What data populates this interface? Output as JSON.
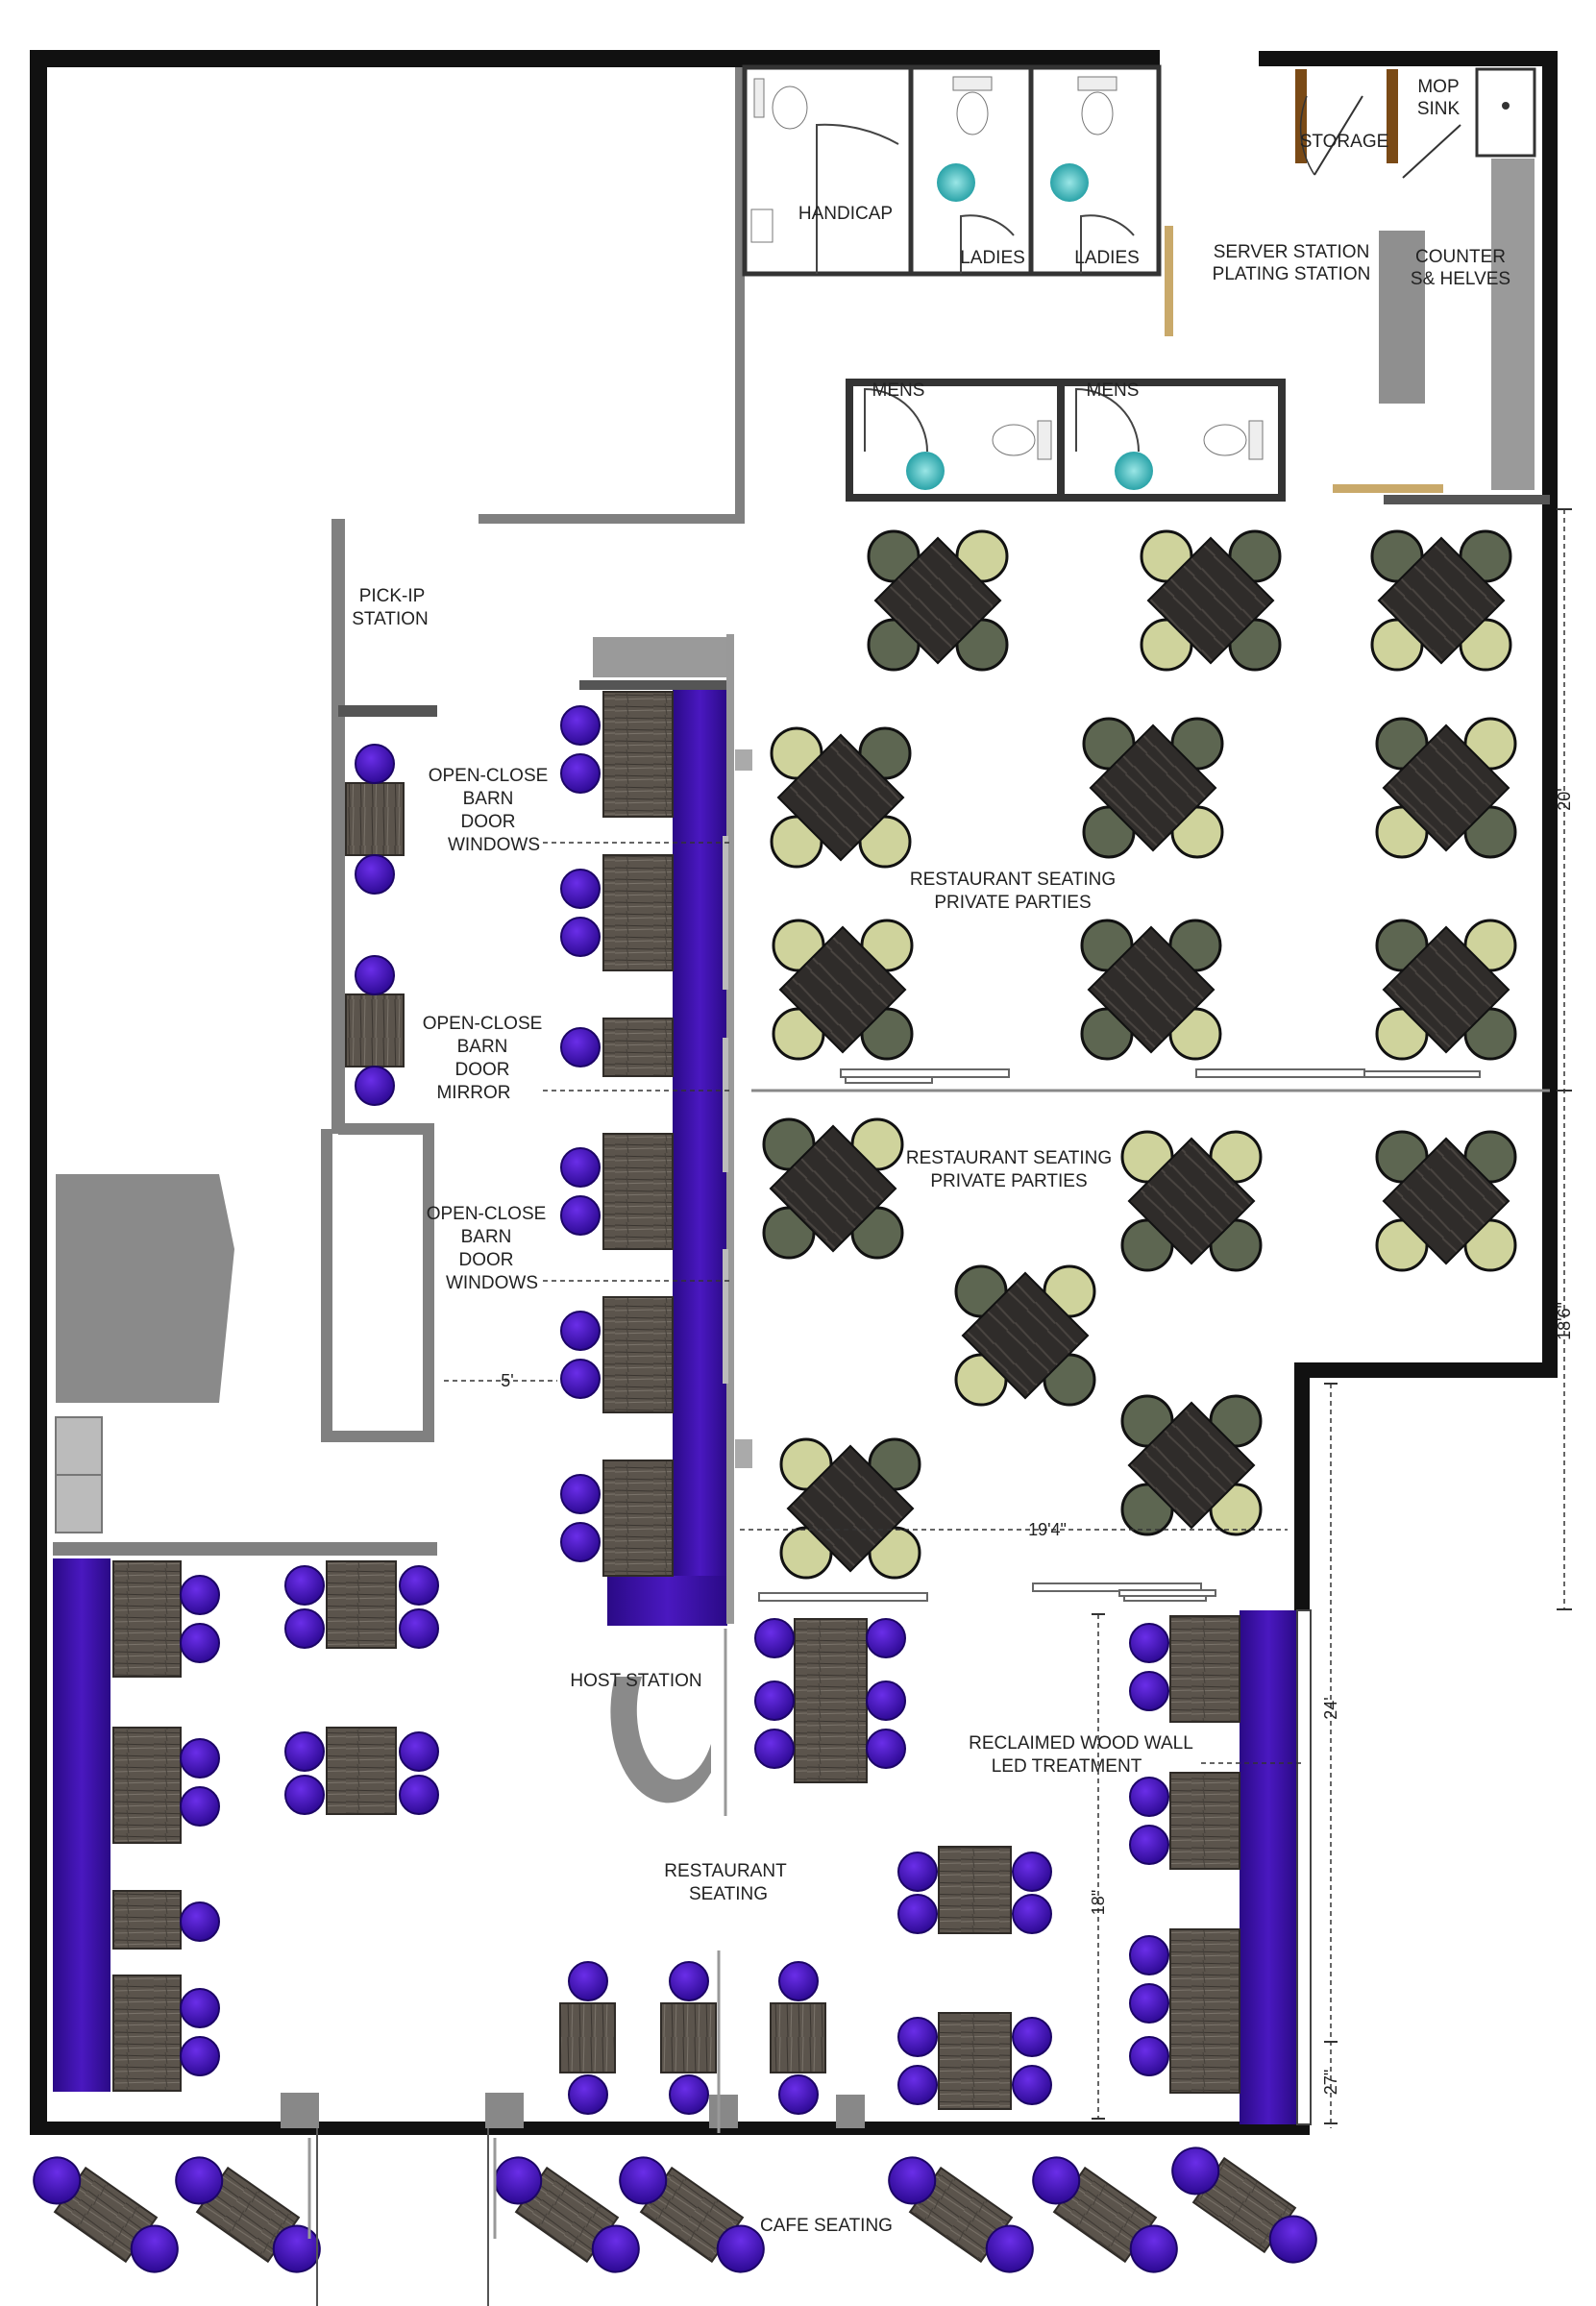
{
  "title": "",
  "colors": {
    "wall": "#111111",
    "partition": "#808080",
    "bench_purple": "#3a0fa0",
    "chair_purple": "#4a14c8",
    "wood_table": "#5b544c",
    "chair_olive": "#5d6651",
    "chair_cream": "#cfd39c",
    "sink_teal": "#3fbcc0",
    "door_wood": "#7a4a16"
  },
  "rooms": {
    "handicap": "HANDICAP",
    "ladies_1": "LADIES",
    "ladies_2": "LADIES",
    "mens_1": "MENS",
    "mens_2": "MENS",
    "storage": "STORAGE",
    "mop_sink": [
      "MOP",
      "SINK"
    ],
    "server_station": [
      "SERVER STATION",
      "PLATING STATION"
    ],
    "counter_shelves": [
      "COUNTER",
      "S& HELVES"
    ]
  },
  "annotations": {
    "pickup_station": [
      "PICK-IP",
      "STATION"
    ],
    "barn_windows_1": [
      "OPEN-CLOSE",
      "BARN",
      "DOOR",
      "WINDOWS"
    ],
    "barn_mirror": [
      "OPEN-CLOSE",
      "BARN",
      "DOOR",
      "MIRROR"
    ],
    "barn_windows_2": [
      "OPEN-CLOSE",
      "BARN",
      "DOOR",
      "WINDOWS"
    ],
    "private_parties_1": [
      "RESTAURANT SEATING",
      "PRIVATE PARTIES"
    ],
    "private_parties_2": [
      "RESTAURANT SEATING",
      "PRIVATE PARTIES"
    ],
    "host_station": "HOST STATION",
    "reclaimed_wall": [
      "RECLAIMED WOOD WALL",
      "LED TREATMENT"
    ],
    "restaurant_seating": [
      "RESTAURANT",
      "SEATING"
    ],
    "cafe_seating": "CAFE SEATING"
  },
  "dimensions": {
    "d_5ft": "5'",
    "d_19_4": "19'4\"",
    "d_20": "20'",
    "d_18_6": "18'6\"",
    "d_24": "24'",
    "d_18in": "18\"",
    "d_27in": "27\""
  }
}
